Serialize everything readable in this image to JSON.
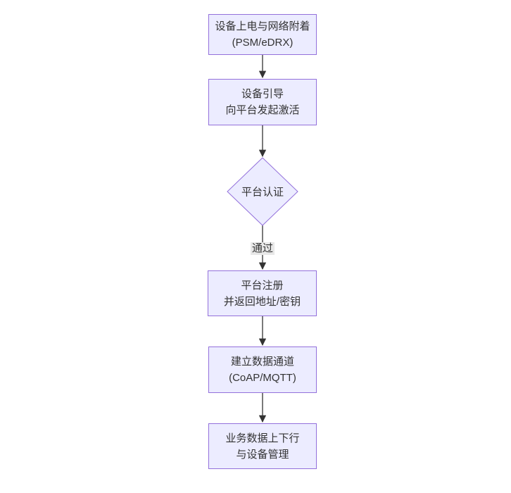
{
  "theme": {
    "background": "#ffffff",
    "node_fill": "#ececff",
    "node_border": "#9370db",
    "arrow_color": "#333333",
    "text_color": "#333333",
    "edge_label_bg": "#e8e8e8"
  },
  "flow": {
    "nodes": [
      {
        "lines": [
          "设备上电与网络附着",
          "(PSM/eDRX)"
        ]
      },
      {
        "lines": [
          "设备引导",
          "向平台发起激活"
        ]
      },
      {
        "lines": [
          "平台注册",
          "并返回地址/密钥"
        ]
      },
      {
        "lines": [
          "建立数据通道",
          "(CoAP/MQTT)"
        ]
      },
      {
        "lines": [
          "业务数据上下行",
          "与设备管理"
        ]
      }
    ],
    "decision": {
      "label": "平台认证"
    },
    "edge_label": "通过"
  }
}
